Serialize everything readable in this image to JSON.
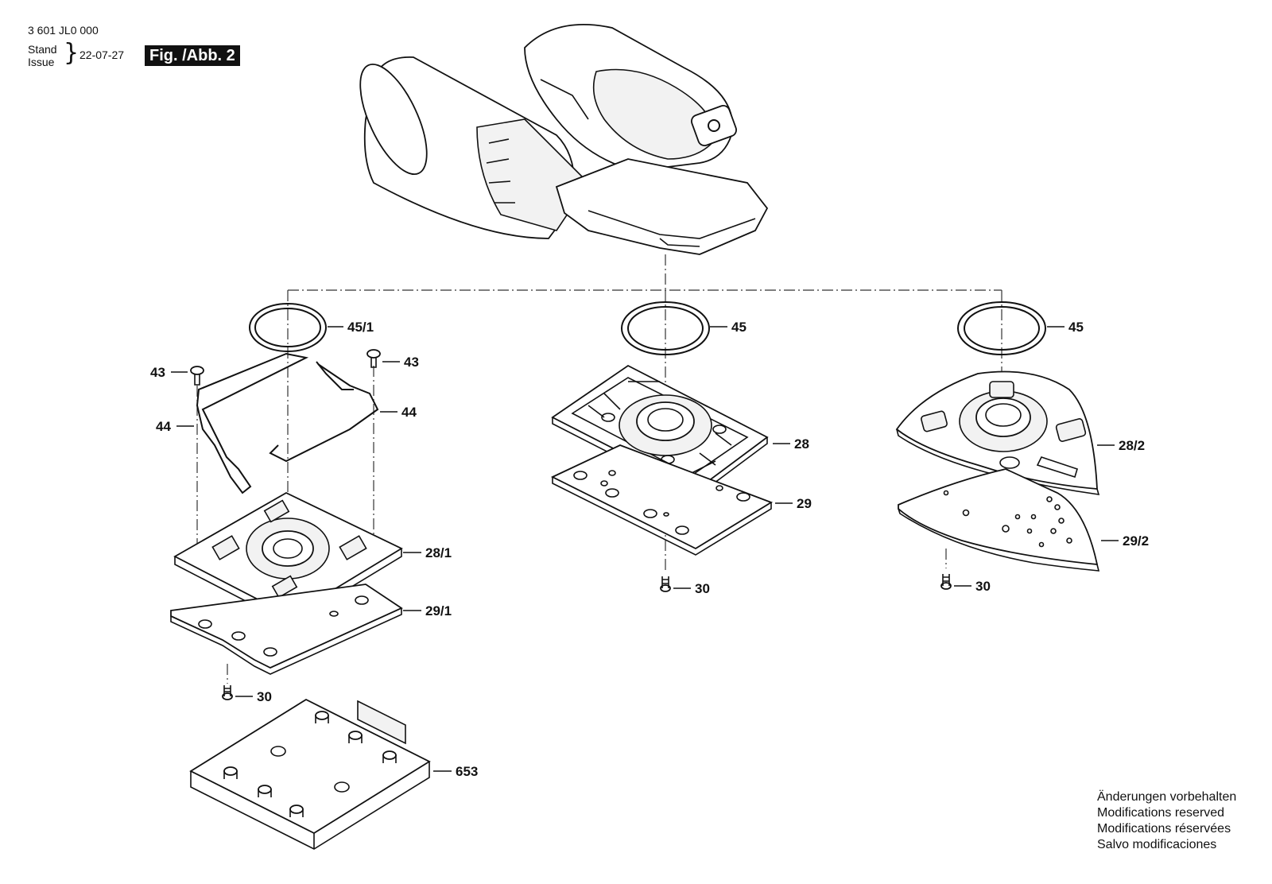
{
  "header": {
    "doc_number": "3 601 JL0 000",
    "stand_label": "Stand",
    "issue_label": "Issue",
    "date": "22-07-27",
    "figure_label": "Fig. /Abb. 2"
  },
  "parts": {
    "p45_1": "45/1",
    "p43_left": "43",
    "p43_right": "43",
    "p44_left": "44",
    "p44_right": "44",
    "p28_1": "28/1",
    "p29_1": "29/1",
    "p30_left": "30",
    "p653": "653",
    "p45_mid": "45",
    "p28": "28",
    "p29": "29",
    "p30_mid": "30",
    "p45_right": "45",
    "p28_2": "28/2",
    "p29_2": "29/2",
    "p30_right": "30"
  },
  "notes": [
    "Änderungen vorbehalten",
    "Modifications reserved",
    "Modifications réservées",
    "Salvo modificaciones"
  ]
}
